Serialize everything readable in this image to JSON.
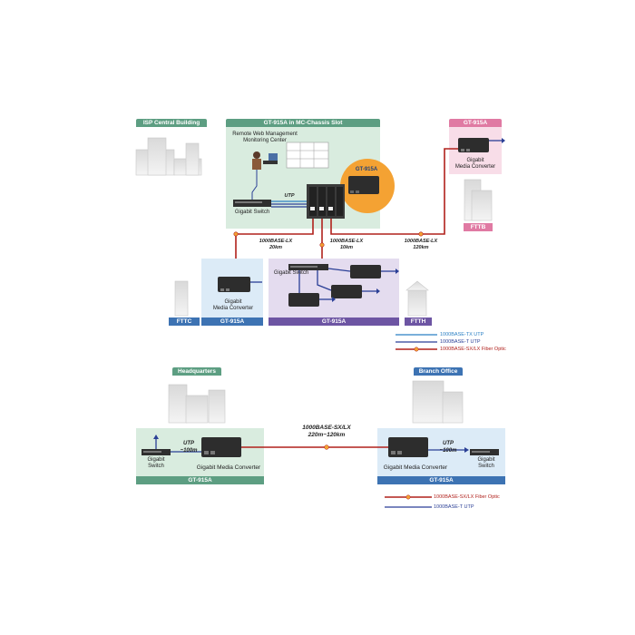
{
  "top": {
    "isp_title": "ISP Central Building",
    "chassis_title": "GT-915A in MC-Chassis Slot",
    "mgmt_label": "Remote Web Management\nMonitoring Center",
    "switch_label": "Gigabit Switch",
    "utp_label": "UTP",
    "callout_label": "GT-915A",
    "fttb_title": "GT-915A",
    "fttb_device_label": "Gigabit\nMedia Converter",
    "fttb_tag": "FTTB",
    "link_fttc": "1000BASE-LX\n20km",
    "link_center": "1000BASE-LX\n10km",
    "link_fttb": "1000BASE-LX\n120km",
    "fttc_device_label": "Gigabit\nMedia Converter",
    "fttc_tag": "FTTC",
    "fttc_model": "GT-915A",
    "mid_switch_label": "Gigabit Switch",
    "mid_model": "GT-915A",
    "ftth_tag": "FTTH",
    "legend": [
      {
        "label": "1000BASE-TX UTP",
        "color": "#2a7fc4",
        "type": "line"
      },
      {
        "label": "1000BASE-T UTP",
        "color": "#2a3f96",
        "type": "line"
      },
      {
        "label": "1000BASE-SX/LX Fiber Optic",
        "color": "#b1211c",
        "type": "fiber"
      }
    ]
  },
  "bottom": {
    "hq_title": "Headquarters",
    "branch_title": "Branch Office",
    "link_label": "1000BASE-SX/LX\n220m~120km",
    "left_switch_label": "Gigabit\nSwitch",
    "left_utp": "UTP\n~100m",
    "left_converter_label": "Gigabit Media Converter",
    "left_model": "GT-915A",
    "right_switch_label": "Gigabit\nSwitch",
    "right_utp": "UTP\n~100m",
    "right_converter_label": "Gigabit Media Converter",
    "right_model": "GT-915A",
    "legend": [
      {
        "label": "1000BASE-SX/LX Fiber Optic",
        "color": "#b1211c",
        "type": "fiber"
      },
      {
        "label": "1000BASE-T UTP",
        "color": "#2a3f96",
        "type": "line"
      }
    ]
  },
  "colors": {
    "green": "#5d9e82",
    "green_bg": "#d9ecdf",
    "blue_bg": "#dcebf7",
    "blue": "#3d73b3",
    "purple": "#6d55a3",
    "purple_bg": "#e4dcef",
    "pink": "#e07aa3",
    "pink_bg": "#f8dde8",
    "fiber": "#b1211c",
    "utp": "#2a3f96"
  }
}
